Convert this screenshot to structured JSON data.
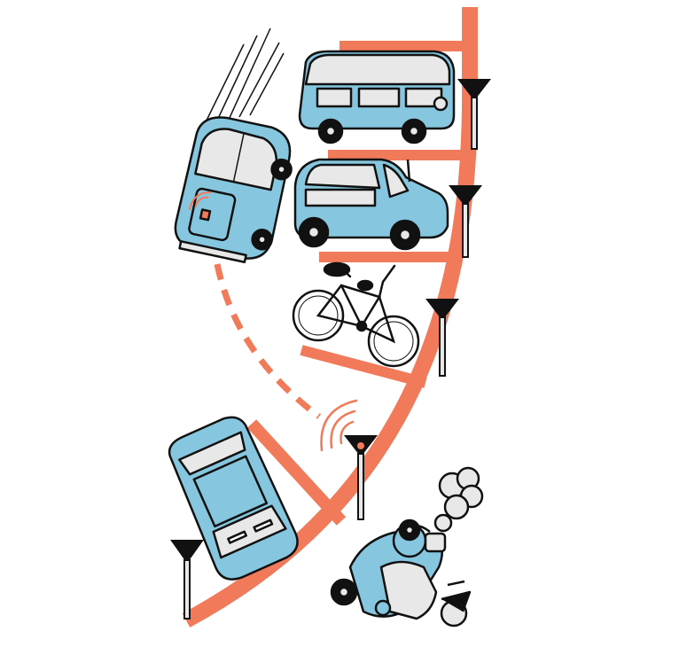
{
  "scene": {
    "title": "",
    "colors": {
      "background": "#ffffff",
      "parking_lines": "#f07a5a",
      "vehicle_body": "#86c7df",
      "window": "#e8e8e8",
      "outline": "#111111",
      "signal": "#f07a5a"
    },
    "elements": [
      "parking-arc",
      "parking-divider-lines",
      "minivan",
      "hatchback-car",
      "bicycle",
      "moving-car-top-left",
      "dashed-path",
      "parked-car-bottom-left",
      "scooter-rider",
      "exhaust-cloud",
      "parking-sensors",
      "signal-waves"
    ]
  }
}
